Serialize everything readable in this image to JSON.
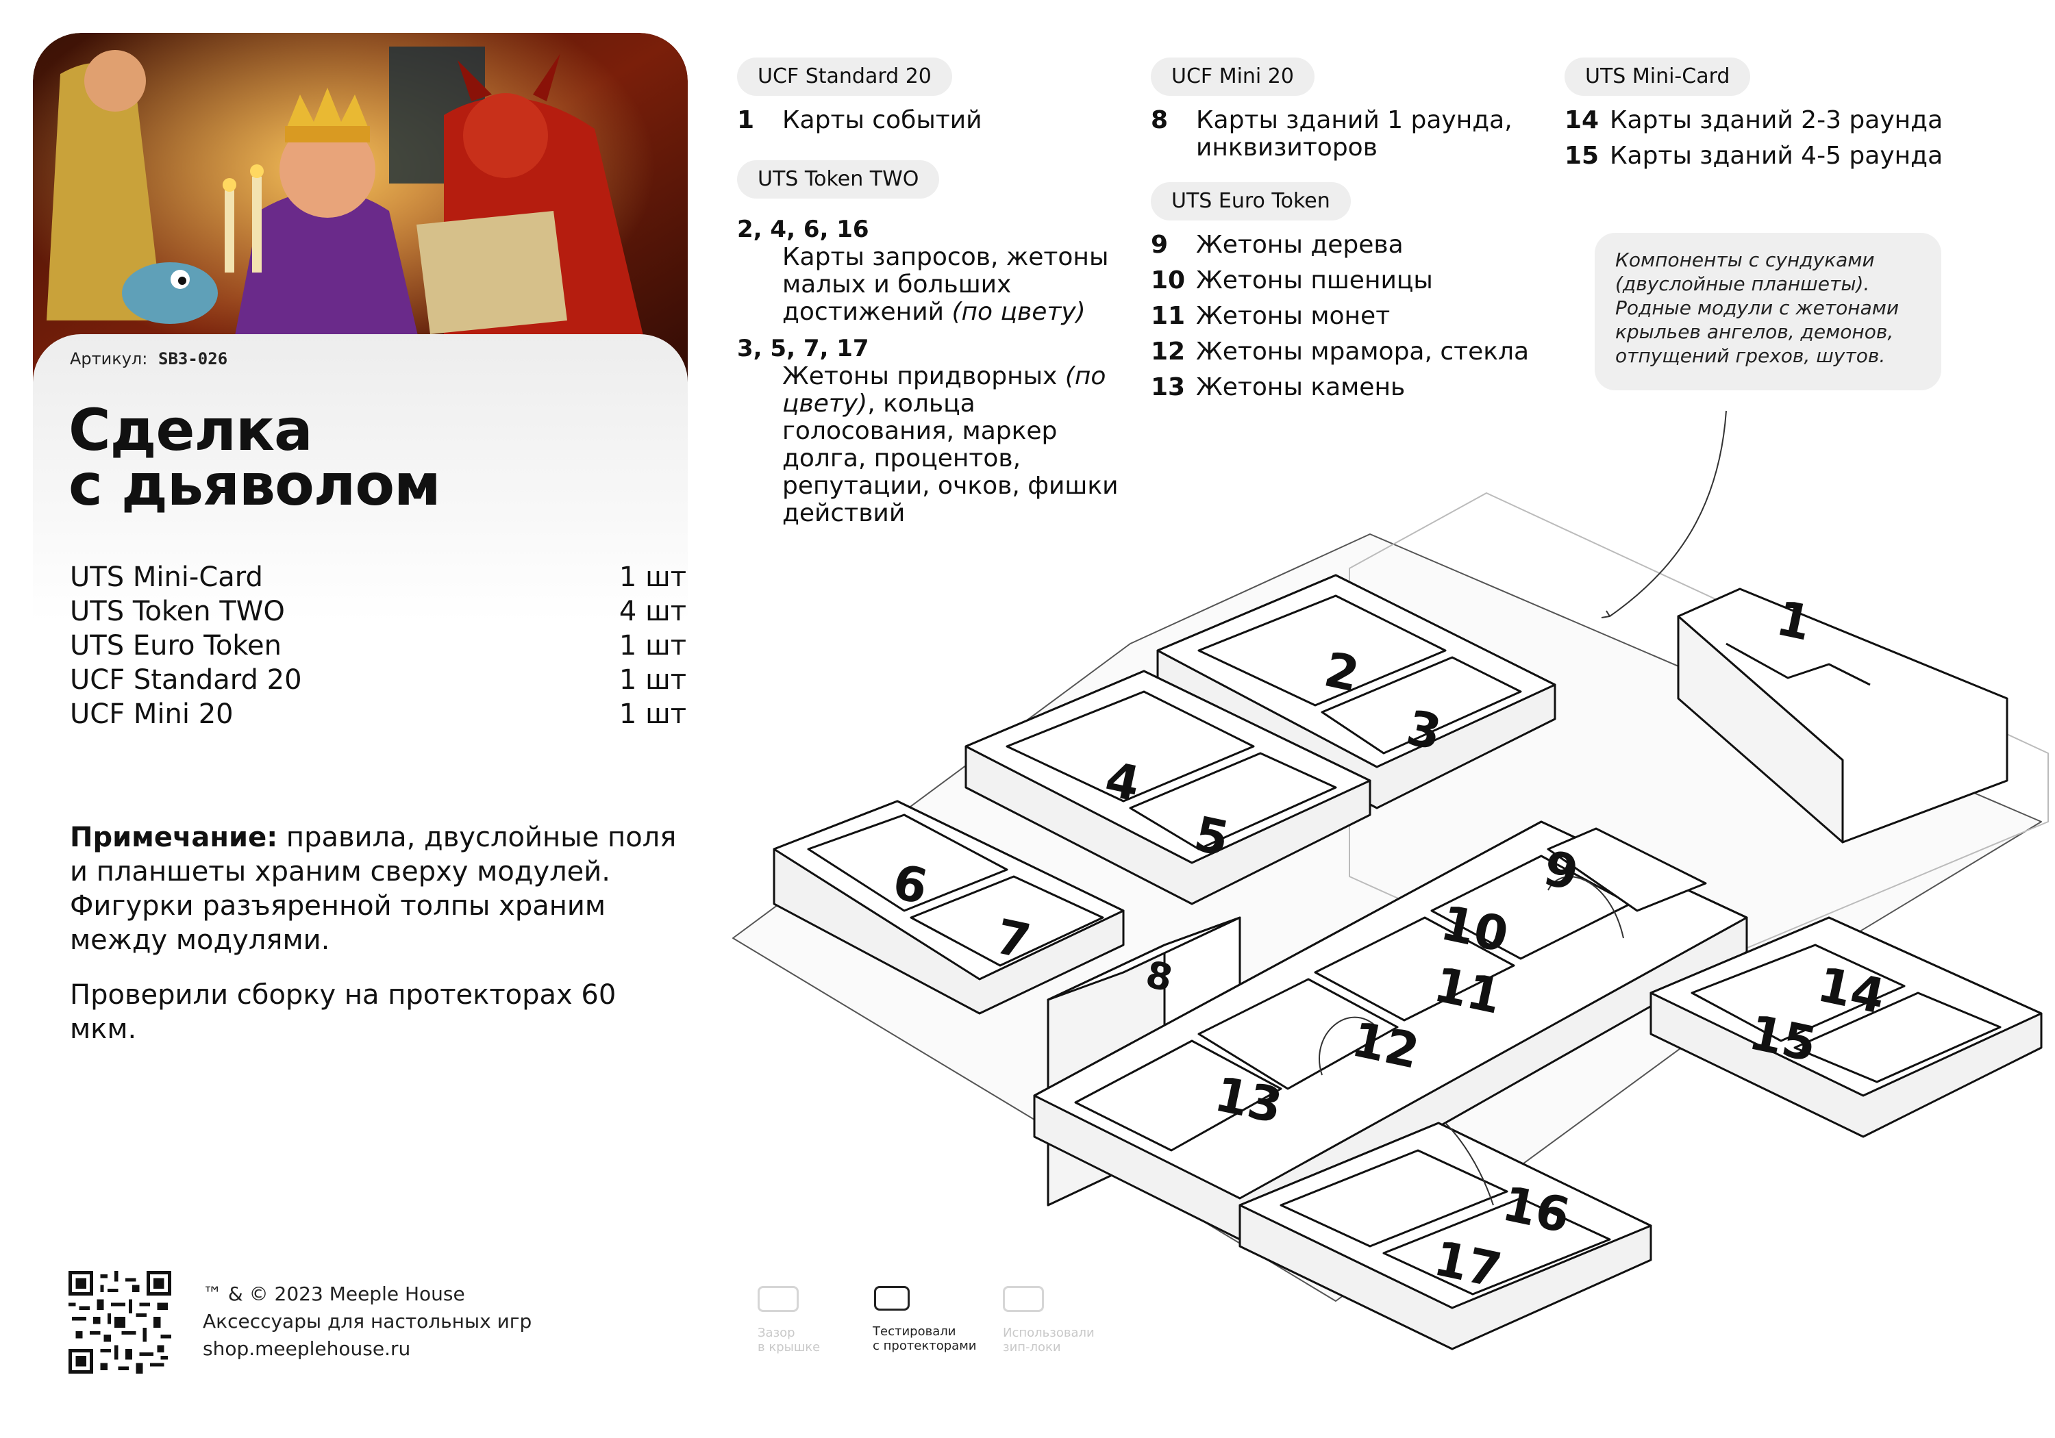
{
  "product": {
    "sku_label": "Артикул:",
    "sku_code": "SB3-026",
    "title_line1": "Сделка",
    "title_line2": "с дьяволом"
  },
  "quantities": [
    {
      "name": "UTS Mini-Card",
      "qty": "1 шт"
    },
    {
      "name": "UTS Token TWO",
      "qty": "4 шт"
    },
    {
      "name": "UTS Euro Token",
      "qty": "1 шт"
    },
    {
      "name": "UCF Standard 20",
      "qty": "1 шт"
    },
    {
      "name": "UCF Mini 20",
      "qty": "1 шт"
    }
  ],
  "note": {
    "label": "Примечание:",
    "text": " правила, двуслойные поля и планшеты храним сверху модулей. Фигурки разъяренной толпы храним между модулями.",
    "text2": "Проверили сборку на протекторах 60 мкм."
  },
  "footer": {
    "line1": "™ & © 2023 Meeple House",
    "line2": "Аксессуары для настольных игр",
    "line3": "shop.meeplehouse.ru"
  },
  "col1": {
    "pill1": "UCF Standard 20",
    "item1_num": "1",
    "item1_text": "Карты событий",
    "pill2": "UTS Token TWO",
    "group1_nums": "2, 4, 6, 16",
    "group1_text_a": "Карты запросов, жетоны малых и больших достижений ",
    "group1_text_b": "(по цвету)",
    "group2_nums": "3, 5, 7, 17",
    "group2_text_a": "Жетоны придворных ",
    "group2_text_b": "(по цвету)",
    "group2_text_c": ", кольца голосования, маркер долга, процентов, репутации, очков, фишки действий"
  },
  "col2": {
    "pill1": "UCF Mini 20",
    "item1_num": "8",
    "item1_text": "Карты зданий 1 раунда, инквизиторов",
    "pill2": "UTS Euro Token",
    "items": [
      {
        "num": "9",
        "text": "Жетоны дерева"
      },
      {
        "num": "10",
        "text": "Жетоны пшеницы"
      },
      {
        "num": "11",
        "text": "Жетоны монет"
      },
      {
        "num": "12",
        "text": "Жетоны мрамора, стекла"
      },
      {
        "num": "13",
        "text": "Жетоны камень"
      }
    ]
  },
  "col3": {
    "pill1": "UTS Mini-Card",
    "items": [
      {
        "num": "14",
        "text": "Карты зданий 2-3 раунда"
      },
      {
        "num": "15",
        "text": "Карты зданий 4-5 раунда"
      }
    ]
  },
  "callout": {
    "text": "Компоненты с сундуками (двуслойные планшеты). Родные модули с жетонами крыльев ангелов, демонов, отпущений грехов, шутов."
  },
  "diagram_labels": [
    "1",
    "2",
    "3",
    "4",
    "5",
    "6",
    "7",
    "8",
    "9",
    "10",
    "11",
    "12",
    "13",
    "14",
    "15",
    "16",
    "17"
  ],
  "footer_icons": [
    {
      "label1": "Зазор",
      "label2": "в крышке",
      "active": false
    },
    {
      "label1": "Тестировали",
      "label2": "с протекторами",
      "active": true
    },
    {
      "label1": "Использовали",
      "label2": "зип-локи",
      "active": false
    }
  ]
}
